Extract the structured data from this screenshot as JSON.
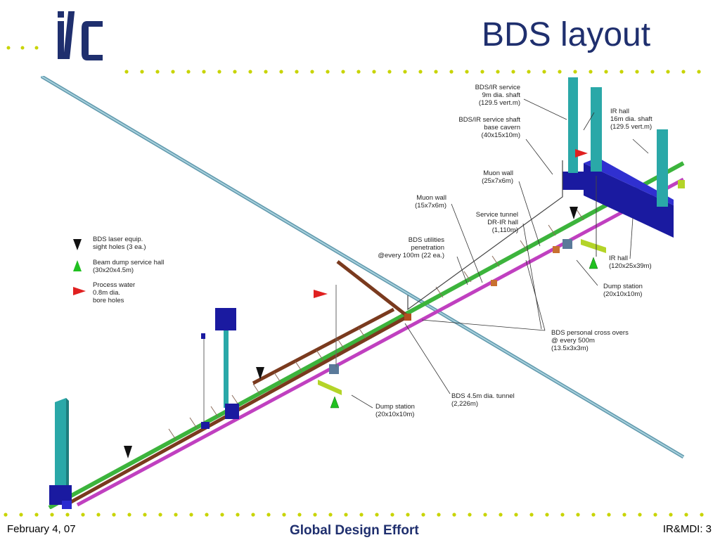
{
  "slide": {
    "title": "BDS layout",
    "logo_text": "ilc"
  },
  "legend": {
    "laser": "BDS laser equip.\nsight holes (3 ea.)",
    "dump_service": "Beam dump service hall\n(30x20x4.5m)",
    "process_water": "Process water\n0.8m dia.\nbore holes"
  },
  "labels": {
    "service_shaft": "BDS/IR service\n9m dia. shaft\n(129.5 vert.m)",
    "shaft_base": "BDS/IR service shaft\nbase cavern\n(40x15x10m)",
    "ir_hall_shaft": "IR hall\n16m dia. shaft\n(129.5 vert.m)",
    "muon_wall_large": "Muon wall\n(25x7x6m)",
    "muon_wall_small": "Muon wall\n(15x7x6m)",
    "service_tunnel": "Service tunnel\nDR-IR hall\n(1,110m)",
    "utilities": "BDS utilities\npenetration\n@every 100m (22 ea.)",
    "ir_hall": "IR hall\n(120x25x39m)",
    "dump_station_right": "Dump station\n(20x10x10m)",
    "cross_overs": "BDS personal cross overs\n@ every 500m\n(13.5x3x3m)",
    "tunnel": "BDS 4.5m dia. tunnel\n(2,226m)",
    "dump_station_left": "Dump station\n(20x10x10m)"
  },
  "footer": {
    "date": "February 4, 07",
    "center": "Global Design Effort",
    "page": "IR&MDI: 3"
  },
  "colors": {
    "title": "#1f2f6e",
    "dots": "#c8d400",
    "green_tunnel": "#3cb43c",
    "magenta_tunnel": "#c040c0",
    "brown_tunnel": "#7a3a1e",
    "teal_shaft": "#2aa8a8",
    "navy_hall": "#1a1aa0",
    "lime_dump": "#b4d428",
    "water_pipe": "#7aaec0"
  }
}
